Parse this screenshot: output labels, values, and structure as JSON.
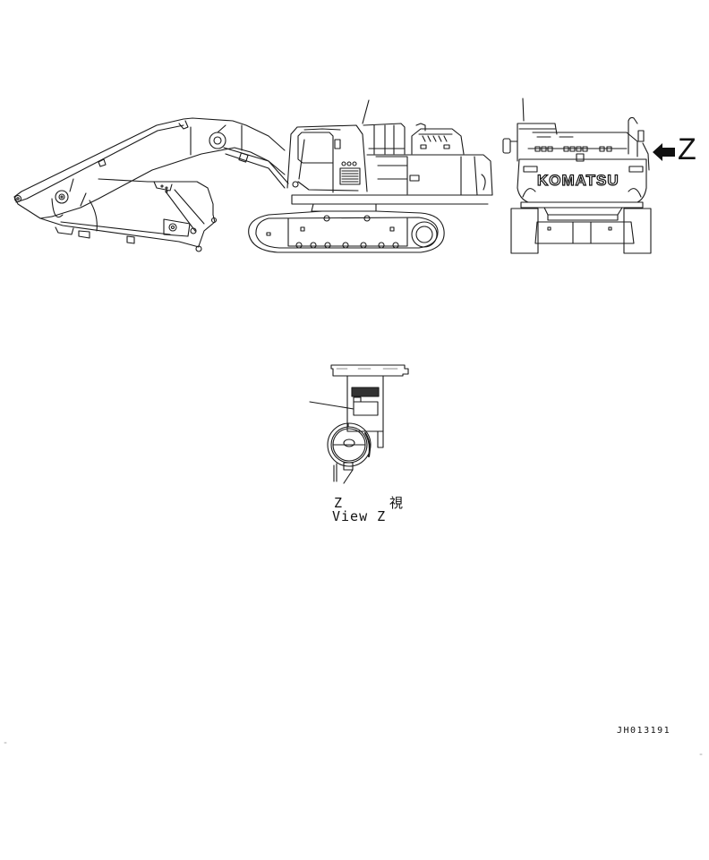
{
  "drawing": {
    "type": "parts-catalog-illustration",
    "subject": "hydraulic excavator label location",
    "views": [
      {
        "name": "side-view",
        "description": "Left side view of excavator with boom, arm, bucket, cab, counterweight, crawler track"
      },
      {
        "name": "rear-view",
        "description": "Rear view of excavator showing counterweight with brand logo"
      },
      {
        "name": "detail-view-z",
        "description": "Enlarged detail of rear-right corner with label location"
      }
    ],
    "view_arrow": {
      "letter": "Z",
      "direction": "left"
    },
    "brand_logo": "KOMATSU",
    "caption": {
      "japanese": "Z 視",
      "english": "View Z"
    },
    "drawing_id": "JH013191",
    "leader_lines": [
      {
        "view": "side-view",
        "target": "cab-top-label"
      },
      {
        "view": "rear-view",
        "target": "antenna-label"
      },
      {
        "view": "detail-view-z",
        "target": "label-plate"
      }
    ]
  },
  "colors": {
    "line": "#1a1a1a",
    "background": "#ffffff",
    "hatch": "#333333"
  }
}
